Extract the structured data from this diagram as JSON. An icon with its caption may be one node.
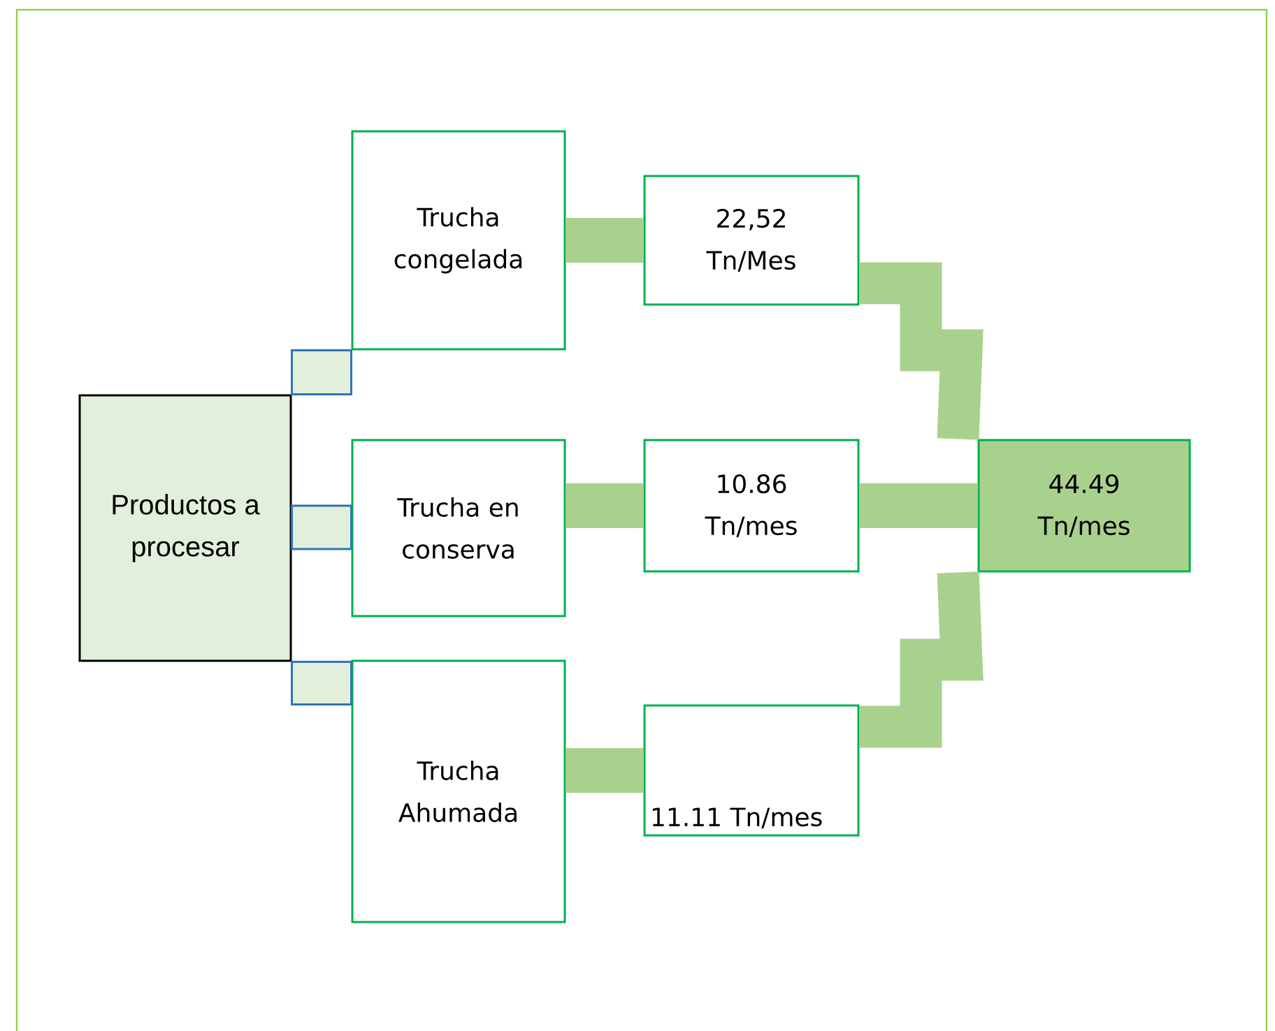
{
  "diagram": {
    "nodes": [
      {
        "text": [
          "Productos a procesar"
        ]
      },
      {
        "text": [
          "Trucha congelada"
        ]
      },
      {
        "text": [
          "22,52 Tn/Mes"
        ]
      },
      {
        "text": [
          "Trucha en conserva"
        ]
      },
      {
        "text": [
          "10.86 Tn/mes"
        ]
      },
      {
        "text": [
          "Trucha Ahumada"
        ]
      },
      {
        "text": [
          "11.11 Tn/mes"
        ]
      },
      {
        "text": [
          "44.49 Tn/mes"
        ]
      }
    ],
    "edges": [
      {
        "from": 0,
        "to": 1,
        "arrow": "none",
        "color": "#2e75b6"
      },
      {
        "from": 0,
        "to": 3,
        "arrow": "none",
        "color": "#2e75b6"
      },
      {
        "from": 0,
        "to": 5,
        "arrow": "none",
        "color": "#2e75b6"
      },
      {
        "from": 1,
        "to": 2,
        "arrow": "none"
      },
      {
        "from": 3,
        "to": 4,
        "arrow": "none"
      },
      {
        "from": 5,
        "to": 6,
        "arrow": "none"
      },
      {
        "from": 2,
        "to": 7,
        "arrow": "none"
      },
      {
        "from": 4,
        "to": 7,
        "arrow": "none"
      },
      {
        "from": 6,
        "to": 7,
        "arrow": "none"
      }
    ]
  }
}
